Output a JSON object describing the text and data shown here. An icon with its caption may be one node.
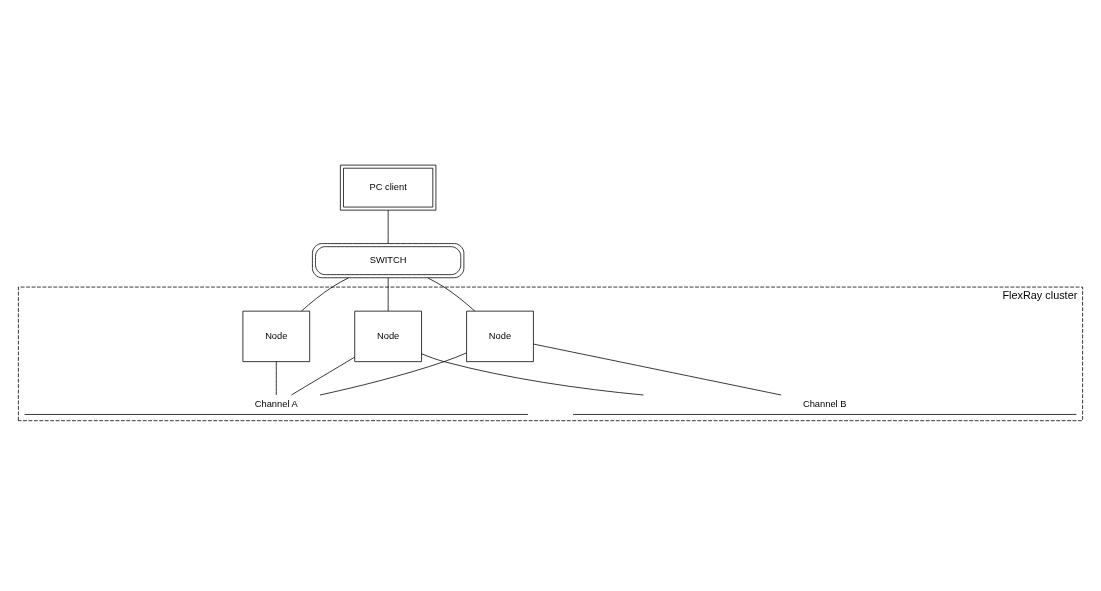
{
  "diagram": {
    "nodes": [
      {
        "text": [
          "PC client"
        ]
      },
      {
        "text": [
          "SWITCH"
        ]
      },
      {
        "text": [
          "FlexRay cluster"
        ]
      },
      {
        "text": [
          "Node"
        ],
        "in": 2
      },
      {
        "text": [
          "Node"
        ],
        "in": 2
      },
      {
        "text": [
          "Node"
        ],
        "in": 2
      },
      {
        "text": [
          "Channel A"
        ],
        "in": 2
      },
      {
        "text": [
          "Channel B"
        ],
        "in": 2
      }
    ],
    "edges": [
      {
        "from": 0,
        "to": 1,
        "arrow": "none"
      },
      {
        "from": 1,
        "to": 3,
        "arrow": "none"
      },
      {
        "from": 1,
        "to": 4,
        "arrow": "none"
      },
      {
        "from": 1,
        "to": 5,
        "arrow": "none"
      },
      {
        "from": 3,
        "to": 6,
        "arrow": "none"
      },
      {
        "from": 3,
        "to": 7,
        "arrow": "none"
      },
      {
        "from": 4,
        "to": 6,
        "arrow": "none"
      },
      {
        "from": 5,
        "to": 6,
        "arrow": "none"
      },
      {
        "from": 5,
        "to": 7,
        "arrow": "none"
      }
    ]
  }
}
